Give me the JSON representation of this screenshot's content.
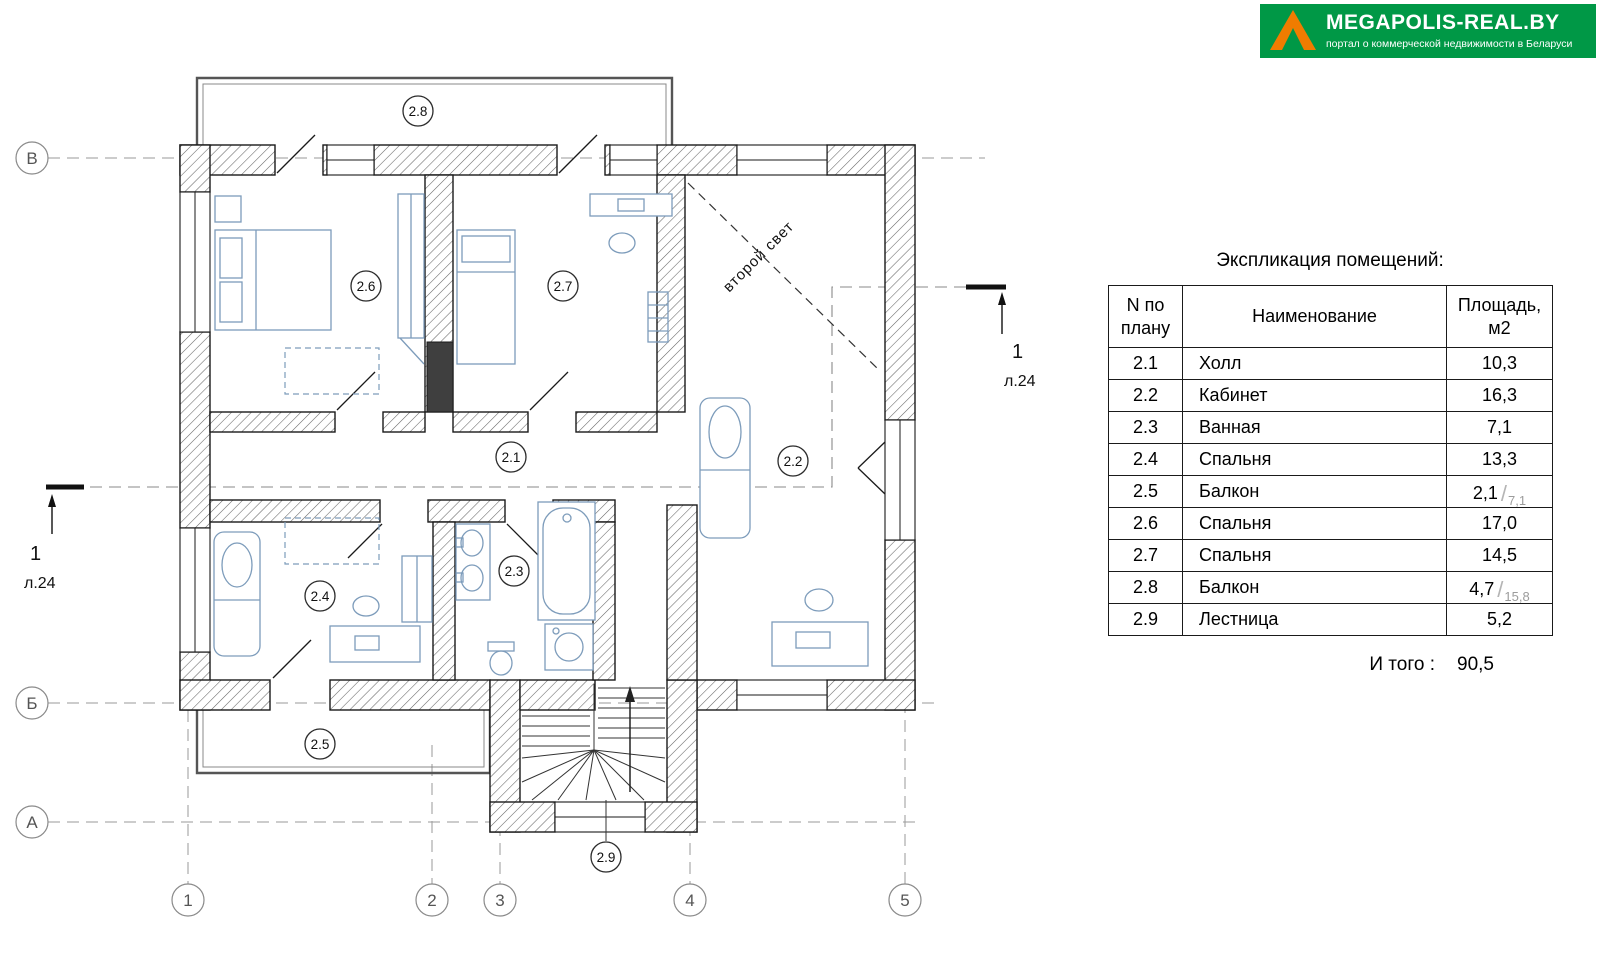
{
  "logo": {
    "title": "MEGAPOLIS-REAL.BY",
    "subtitle": "портал о коммерческой недвижимости в Беларуси",
    "bg_color": "#009846",
    "accent_color": "#f07c00"
  },
  "plan": {
    "room_tags": {
      "r21": "2.1",
      "r22": "2.2",
      "r23": "2.3",
      "r24": "2.4",
      "r25": "2.5",
      "r26": "2.6",
      "r27": "2.7",
      "r28": "2.8",
      "r29": "2.9"
    },
    "row_axes": [
      "В",
      "Б",
      "А"
    ],
    "col_axes": [
      "1",
      "2",
      "3",
      "4",
      "5"
    ],
    "section": {
      "num": "1",
      "sheet": "л.24"
    },
    "second_light_label": "второй свет"
  },
  "table": {
    "title": "Экспликация помещений:",
    "columns": [
      "N по плану",
      "Наименование",
      "Площадь, м2"
    ],
    "rows": [
      {
        "num": "2.1",
        "name": "Холл",
        "area": "10,3"
      },
      {
        "num": "2.2",
        "name": "Кабинет",
        "area": "16,3"
      },
      {
        "num": "2.3",
        "name": "Ванная",
        "area": "7,1"
      },
      {
        "num": "2.4",
        "name": "Спальня",
        "area": "13,3"
      },
      {
        "num": "2.5",
        "name": "Балкон",
        "area": "2,1",
        "area_sub": "7,1"
      },
      {
        "num": "2.6",
        "name": "Спальня",
        "area": "17,0"
      },
      {
        "num": "2.7",
        "name": "Спальня",
        "area": "14,5"
      },
      {
        "num": "2.8",
        "name": "Балкон",
        "area": "4,7",
        "area_sub": "15,8"
      },
      {
        "num": "2.9",
        "name": "Лестница",
        "area": "5,2"
      }
    ],
    "total_label": "И того :",
    "total_value": "90,5"
  }
}
